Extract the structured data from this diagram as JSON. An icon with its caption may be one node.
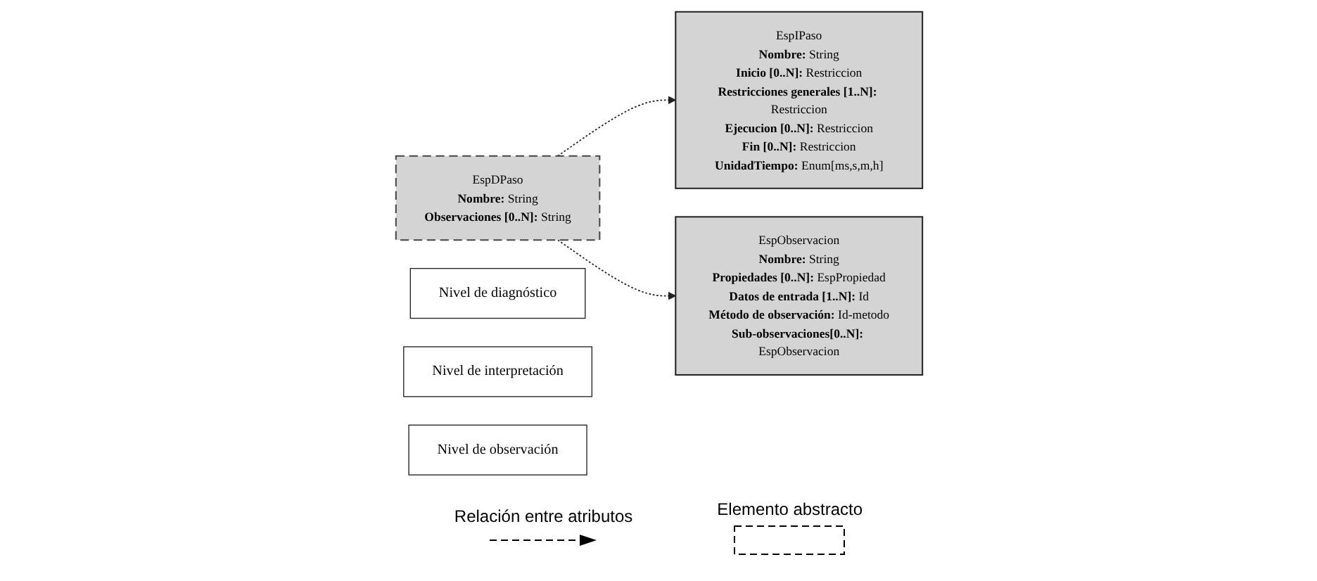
{
  "diagram": {
    "nodes": [
      {
        "text": [
          "EspDPaso",
          "**Nombre:** String",
          "**Observaciones [0..N]:** String"
        ]
      },
      {
        "text": [
          "EspIPaso",
          "**Nombre:** String",
          "**Inicio [0..N]:** Restriccion",
          "**Restricciones generales [1..N]:** Restriccion",
          "**Ejecucion [0..N]:** Restriccion",
          "**Fin [0..N]:** Restriccion",
          "**UnidadTiempo:** Enum[ms,s,m,h]"
        ]
      },
      {
        "text": [
          "EspObservacion",
          "**Nombre:** String",
          "**Propiedades [0..N]:** EspPropiedad",
          "**Datos de entrada [1..N]:** Id",
          "**Método de observación:** Id-metodo",
          "**Sub-observaciones[0..N]:** EspObservacion"
        ]
      },
      {
        "text": [
          "Nivel de diagnóstico"
        ]
      },
      {
        "text": [
          "Nivel de interpretación"
        ]
      },
      {
        "text": [
          "Nivel de observación"
        ]
      }
    ],
    "edges": [
      {
        "from": 0,
        "to": 1,
        "arrow": "to",
        "style": "dashed"
      },
      {
        "from": 0,
        "to": 2,
        "arrow": "to",
        "style": "dashed"
      }
    ],
    "legend": [
      {
        "text": "Relación entre atributos"
      },
      {
        "text": "Elemento abstracto"
      }
    ]
  }
}
